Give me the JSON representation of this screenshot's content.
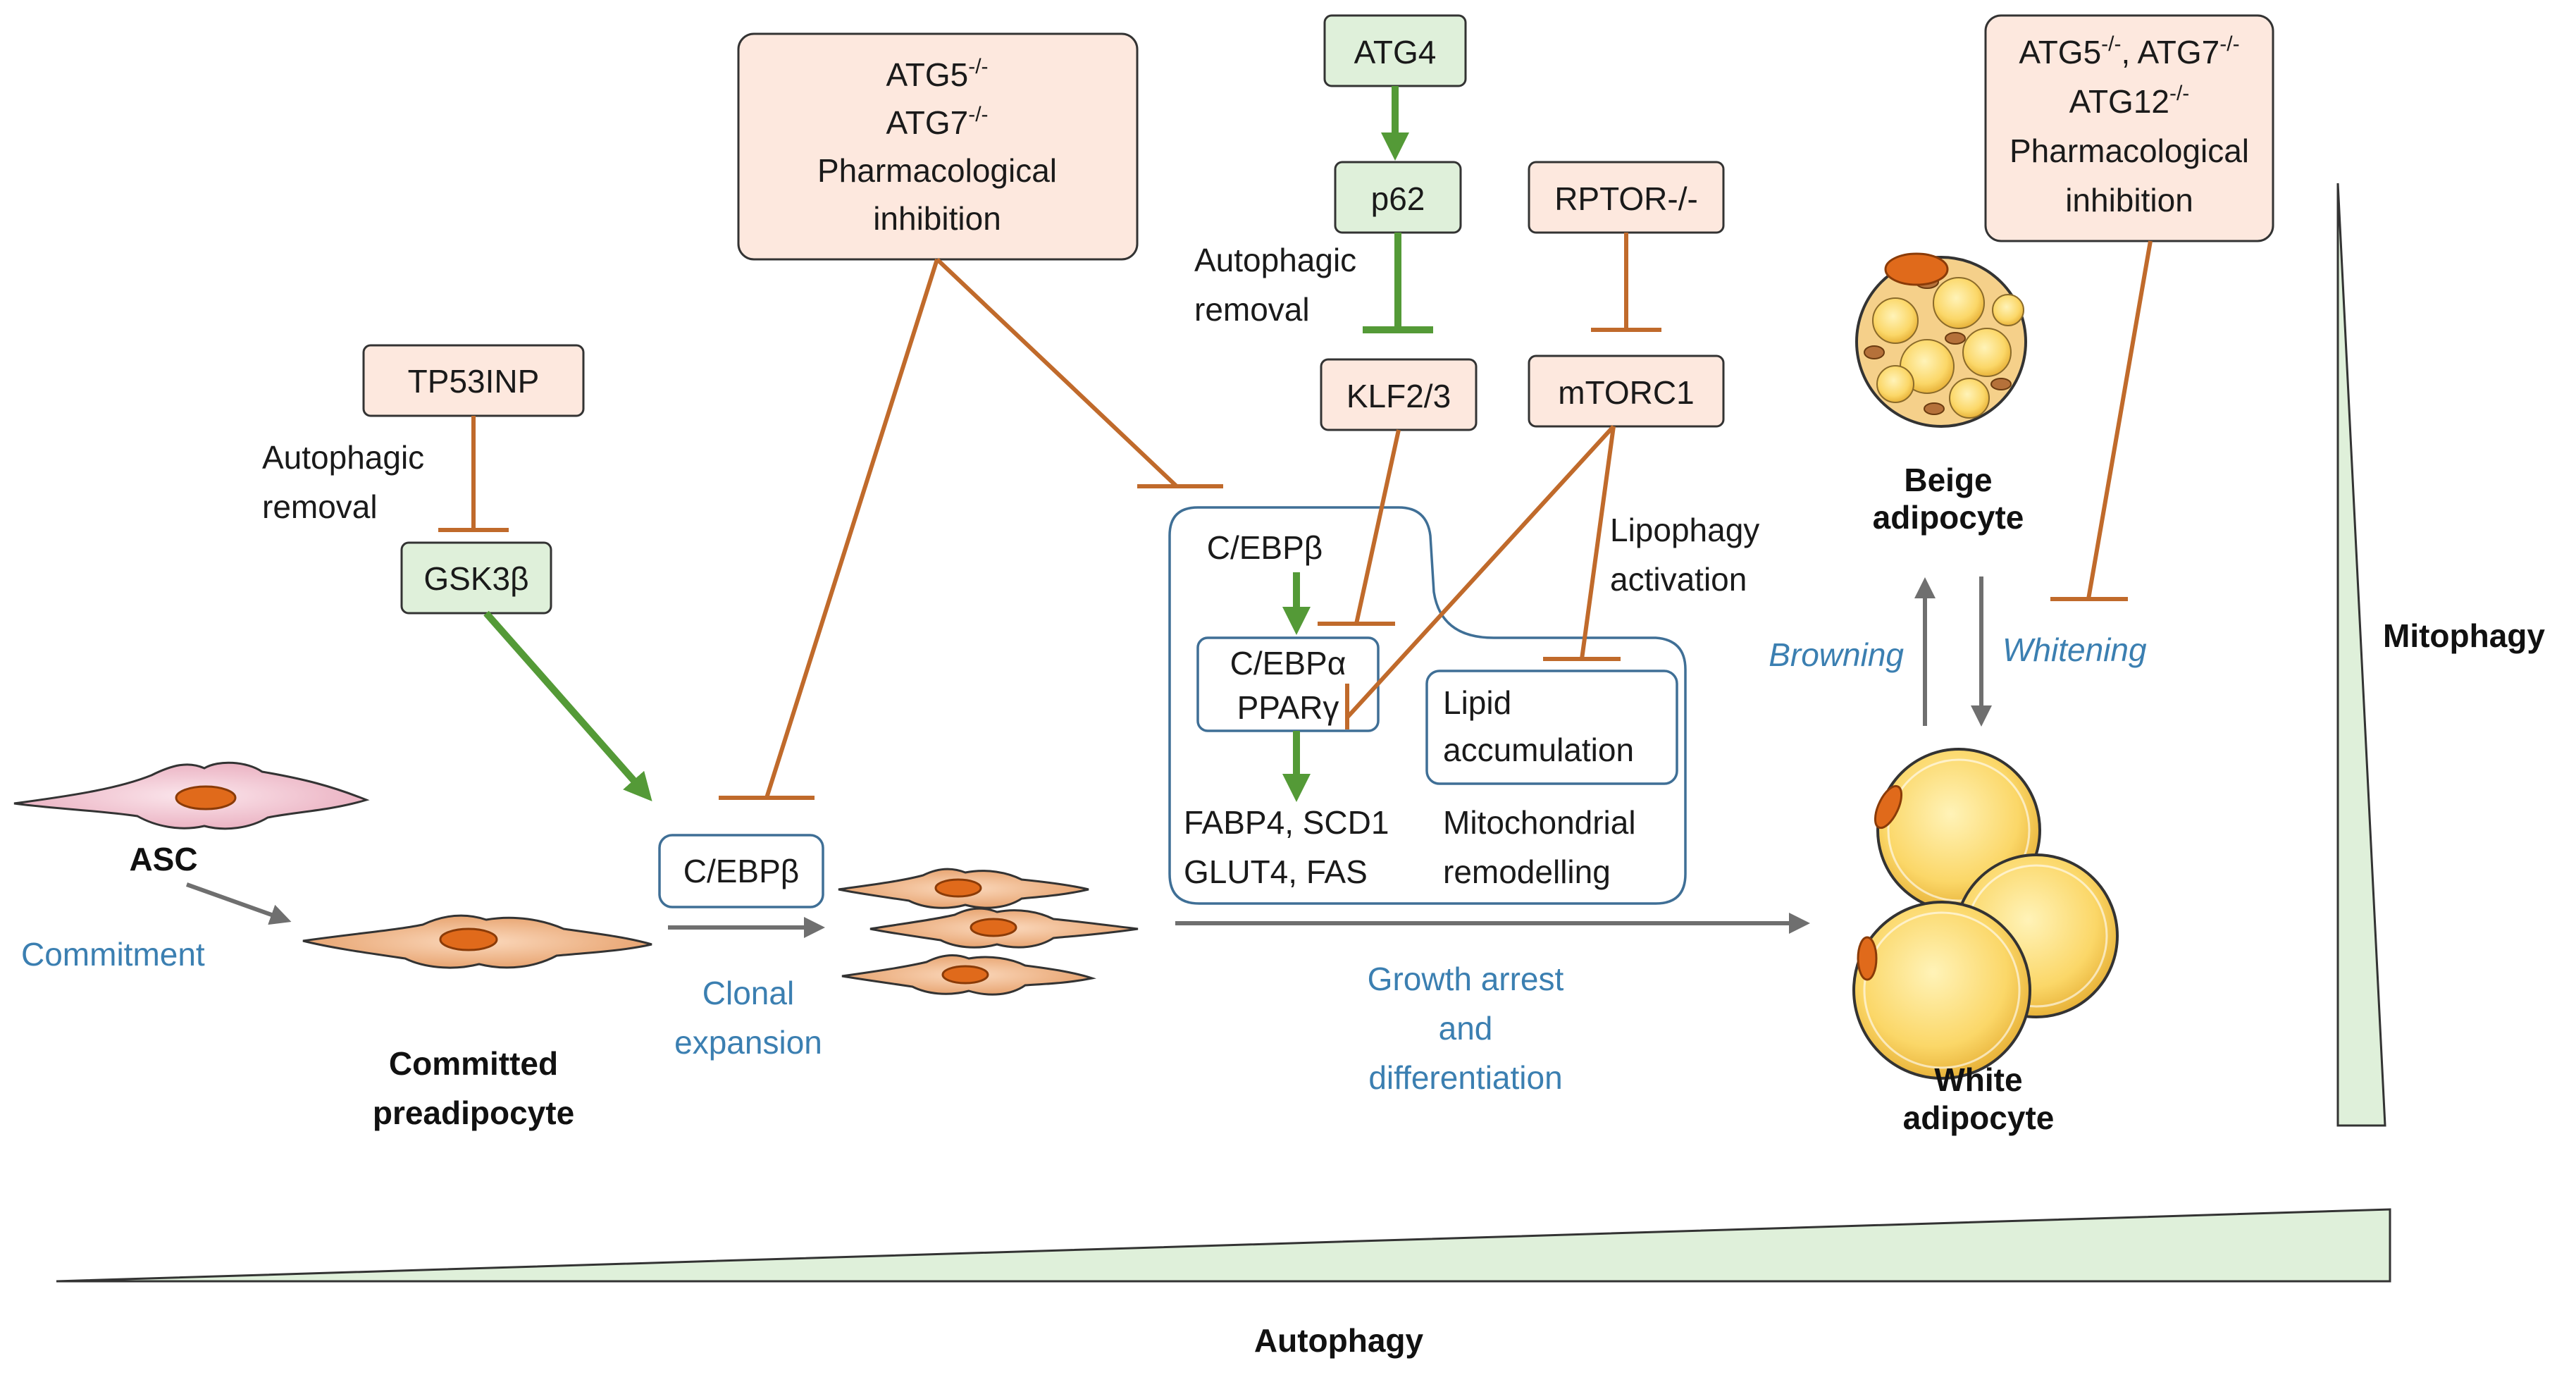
{
  "boxes": {
    "atg_top_1": "ATG5",
    "atg_top_1_sup": "-/-",
    "atg_top_2": "ATG7",
    "atg_top_2_sup": "-/-",
    "atg_top_3": "Pharmacological",
    "atg_top_4": "inhibition",
    "tp53inp": "TP53INP",
    "gsk3b": "GSK3β",
    "cebpb_small": "C/EBPβ",
    "atg4": "ATG4",
    "p62": "p62",
    "rptor": "RPTOR-/-",
    "klf": "KLF2/3",
    "mtorc1": "mTORC1",
    "cebpa_1": "C/EBPα",
    "cebpa_2": "PPARγ",
    "lipid_1": "Lipid",
    "lipid_2": "accumulation",
    "right_1a": "ATG5",
    "right_1a_sup": "-/-",
    "right_1b": ", ATG7",
    "right_1b_sup": "-/-",
    "right_2": "ATG12",
    "right_2_sup": "-/-",
    "right_3": "Pharmacological",
    "right_4": "inhibition"
  },
  "labels": {
    "autophagic_removal_left_1": "Autophagic",
    "autophagic_removal_left_2": "removal",
    "autophagic_removal_mid_1": "Autophagic",
    "autophagic_removal_mid_2": "removal",
    "cebpb_big": "C/EBPβ",
    "genes_1": "FABP4, SCD1",
    "genes_2": "GLUT4, FAS",
    "mito_1": "Mitochondrial",
    "mito_2": "remodelling",
    "lipophagy_1": "Lipophagy",
    "lipophagy_2": "activation",
    "asc": "ASC",
    "commitment": "Commitment",
    "committed_1": "Committed",
    "committed_2": "preadipocyte",
    "clonal_1": "Clonal",
    "clonal_2": "expansion",
    "growth_1": "Growth arrest",
    "growth_2": "and",
    "growth_3": "differentiation",
    "beige_1": "Beige",
    "beige_2": "adipocyte",
    "white_1": "White",
    "white_2": "adipocyte",
    "browning": "Browning",
    "whitening": "Whitening",
    "mitophagy": "Mitophagy",
    "autophagy": "Autophagy"
  },
  "colors": {
    "inhibitor_box": "#fde8de",
    "activator_box": "#dff0da",
    "inhibition_line": "#c06a2b",
    "activation_arrow": "#549a37",
    "process_blue": "#3b7fb1",
    "gradient_fill": "#dff0da"
  }
}
